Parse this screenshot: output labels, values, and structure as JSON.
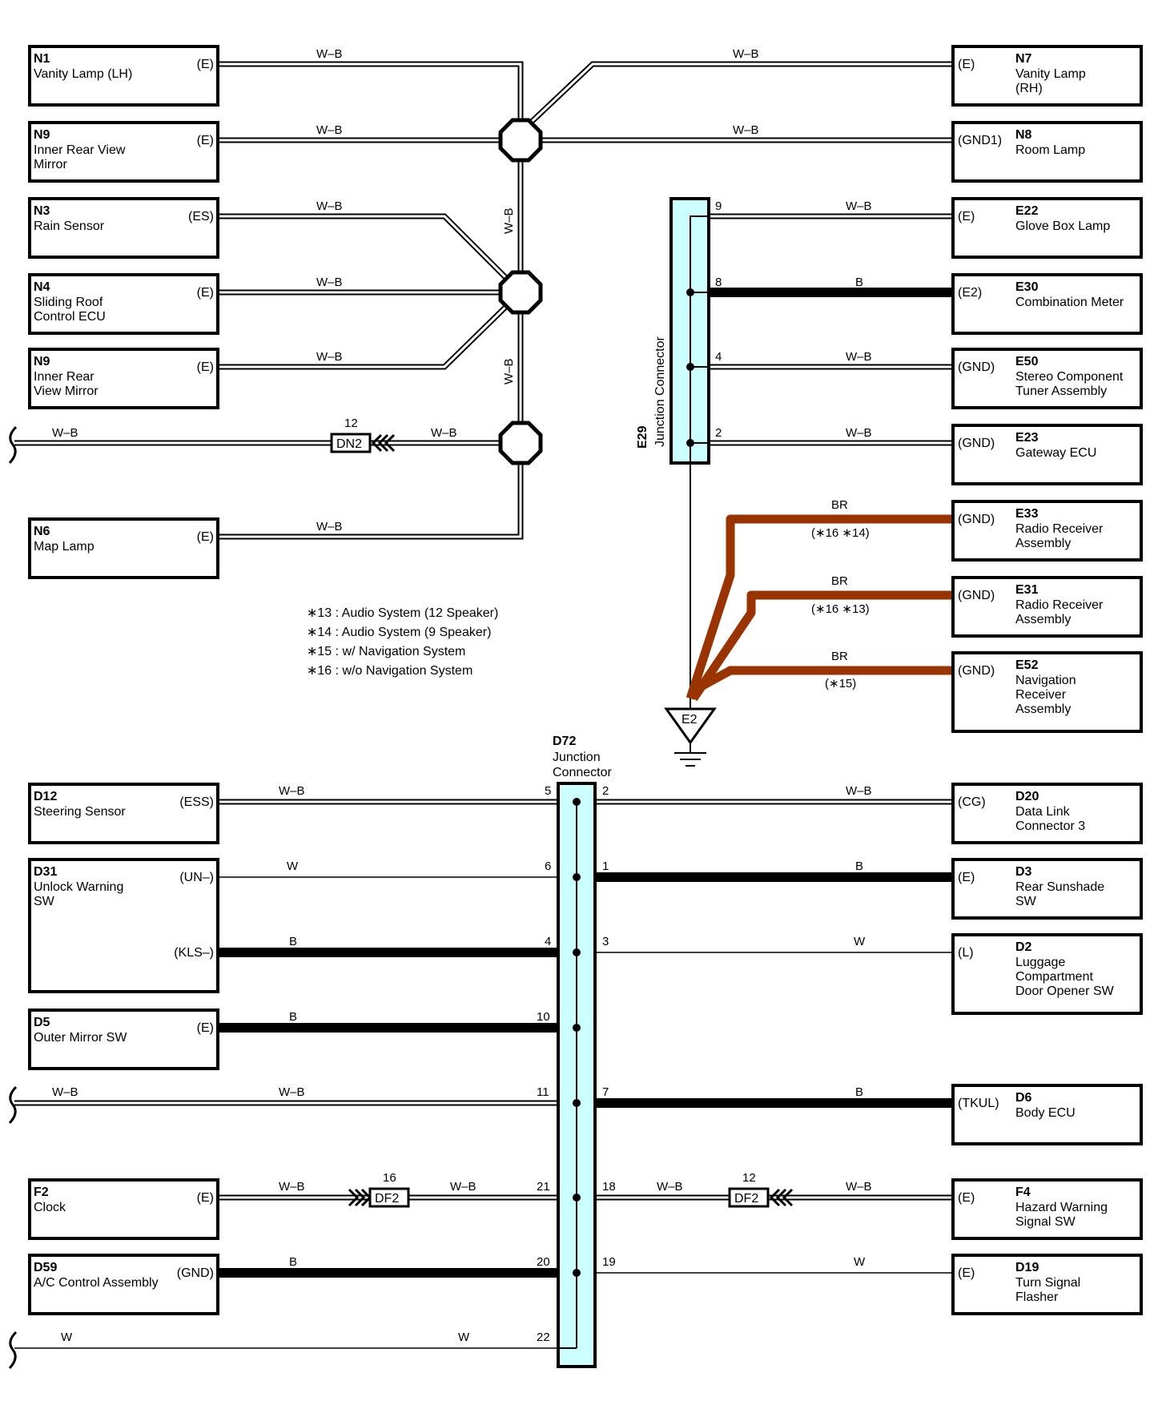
{
  "colors": {
    "background": "#ffffff",
    "wire": "#000000",
    "br_wire": "#993300",
    "junction_fill": "#ccffff"
  },
  "components": {
    "N1": {
      "id": "N1",
      "lines": [
        "Vanity Lamp (LH)"
      ],
      "terminal": "(E)"
    },
    "N9a": {
      "id": "N9",
      "lines": [
        "Inner Rear View",
        "Mirror"
      ],
      "terminal": "(E)"
    },
    "N3": {
      "id": "N3",
      "lines": [
        "Rain Sensor"
      ],
      "terminal": "(ES)"
    },
    "N4": {
      "id": "N4",
      "lines": [
        "Sliding Roof",
        "Control ECU"
      ],
      "terminal": "(E)"
    },
    "N9b": {
      "id": "N9",
      "lines": [
        "Inner Rear",
        "View Mirror"
      ],
      "terminal": "(E)"
    },
    "N6": {
      "id": "N6",
      "lines": [
        "Map Lamp"
      ],
      "terminal": "(E)"
    },
    "N7": {
      "id": "N7",
      "lines": [
        "Vanity Lamp",
        "(RH)"
      ],
      "terminal": "(E)"
    },
    "N8": {
      "id": "N8",
      "lines": [
        "Room Lamp"
      ],
      "terminal": "(GND1)"
    },
    "E22": {
      "id": "E22",
      "lines": [
        "Glove Box Lamp"
      ],
      "terminal": "(E)"
    },
    "E30": {
      "id": "E30",
      "lines": [
        "Combination Meter"
      ],
      "terminal": "(E2)"
    },
    "E50": {
      "id": "E50",
      "lines": [
        "Stereo Component",
        "Tuner Assembly"
      ],
      "terminal": "(GND)"
    },
    "E23": {
      "id": "E23",
      "lines": [
        "Gateway ECU"
      ],
      "terminal": "(GND)"
    },
    "E33": {
      "id": "E33",
      "lines": [
        "Radio Receiver",
        "Assembly"
      ],
      "terminal": "(GND)"
    },
    "E31": {
      "id": "E31",
      "lines": [
        "Radio Receiver",
        "Assembly"
      ],
      "terminal": "(GND)"
    },
    "E52": {
      "id": "E52",
      "lines": [
        "Navigation",
        "Receiver",
        "Assembly"
      ],
      "terminal": "(GND)"
    },
    "D12": {
      "id": "D12",
      "lines": [
        "Steering Sensor"
      ],
      "terminal": "(ESS)"
    },
    "D31": {
      "id": "D31",
      "lines": [
        "Unlock Warning",
        "SW"
      ],
      "terminal": "(UN–)",
      "terminal2": "(KLS–)"
    },
    "D5": {
      "id": "D5",
      "lines": [
        "Outer Mirror SW"
      ],
      "terminal": "(E)"
    },
    "F2": {
      "id": "F2",
      "lines": [
        "Clock"
      ],
      "terminal": "(E)"
    },
    "D59": {
      "id": "D59",
      "lines": [
        "A/C Control Assembly"
      ],
      "terminal": "(GND)"
    },
    "D20": {
      "id": "D20",
      "lines": [
        "Data Link",
        "Connector 3"
      ],
      "terminal": "(CG)"
    },
    "D3": {
      "id": "D3",
      "lines": [
        "Rear Sunshade",
        "SW"
      ],
      "terminal": "(E)"
    },
    "D2": {
      "id": "D2",
      "lines": [
        "Luggage",
        "Compartment",
        "Door Opener SW"
      ],
      "terminal": "(L)"
    },
    "D6": {
      "id": "D6",
      "lines": [
        "Body ECU"
      ],
      "terminal": "(TKUL)"
    },
    "F4": {
      "id": "F4",
      "lines": [
        "Hazard Warning",
        "Signal SW"
      ],
      "terminal": "(E)"
    },
    "D19": {
      "id": "D19",
      "lines": [
        "Turn Signal",
        "Flasher"
      ],
      "terminal": "(E)"
    }
  },
  "wire_colors": {
    "wb": "W–B",
    "b": "B",
    "w": "W",
    "br": "BR"
  },
  "conditions": {
    "c1614": "(∗16 ∗14)",
    "c1613": "(∗16 ∗13)",
    "c15": "(∗15)"
  },
  "e29": {
    "id": "E29",
    "name": "Junction Connector",
    "pins": [
      "9",
      "8",
      "4",
      "2"
    ]
  },
  "d72": {
    "id": "D72",
    "name_lines": [
      "Junction",
      "Connector"
    ],
    "left_pins": [
      "5",
      "6",
      "4",
      "10",
      "11",
      "21",
      "20",
      "22"
    ],
    "right_pins": [
      "2",
      "1",
      "3",
      "7",
      "18",
      "19"
    ]
  },
  "e2_ground": "E2",
  "dn2": {
    "label": "DN2",
    "pin": "12"
  },
  "df2_left": {
    "label": "DF2",
    "pin": "16"
  },
  "df2_right": {
    "label": "DF2",
    "pin": "12"
  },
  "notes": [
    "∗13 : Audio System (12 Speaker)",
    "∗14 : Audio System (9 Speaker)",
    "∗15 : w/ Navigation System",
    "∗16 : w/o Navigation System"
  ]
}
